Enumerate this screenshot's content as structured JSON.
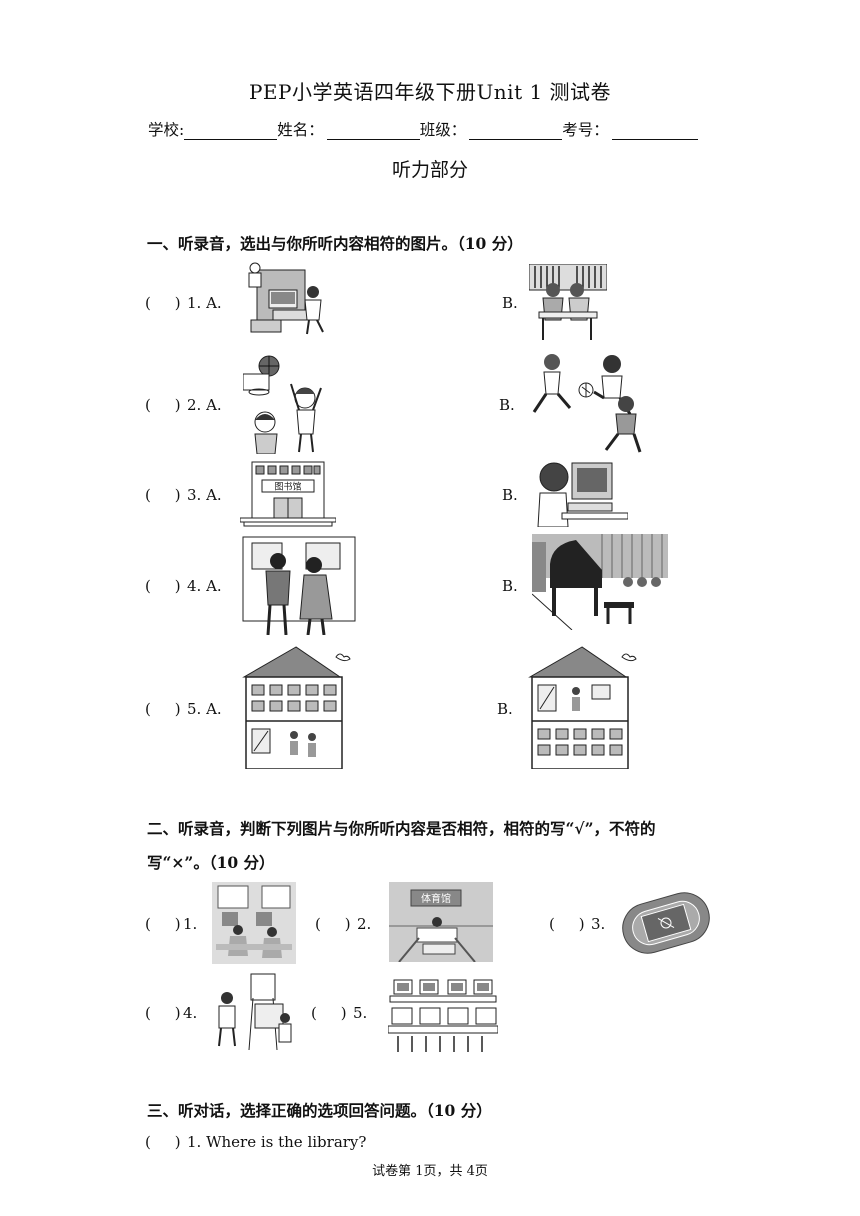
{
  "title": "PEP小学英语四年级下册Unit 1 测试卷",
  "info_fields": [
    "学校:",
    "姓名：",
    "班级：",
    "考号："
  ],
  "section_heading": "听力部分",
  "part1": {
    "heading": "一、听录音，选出与你所听内容相符的图片。（10 分）",
    "items": [
      {
        "num": "1. A.",
        "b": "B."
      },
      {
        "num": "2. A.",
        "b": "B."
      },
      {
        "num": "3. A.",
        "b": "B."
      },
      {
        "num": "4. A.",
        "b": "B."
      },
      {
        "num": "5. A.",
        "b": "B."
      }
    ],
    "sign_text": "图书馆"
  },
  "part2": {
    "heading_line1": "二、听录音，判断下列图片与你所听内容是否相符，相符的写“√”，不符的",
    "heading_line2": "写“×”。（10 分）",
    "items": [
      "1.",
      "2.",
      "3.",
      "4.",
      "5."
    ],
    "sign_text": "体育馆"
  },
  "part3": {
    "heading": "三、听对话，选择正确的选项回答问题。（10 分）",
    "q1": "1. Where is the library?"
  },
  "paren_open": "(",
  "paren_close": ")",
  "footer": "试卷第 1页，共 4页"
}
